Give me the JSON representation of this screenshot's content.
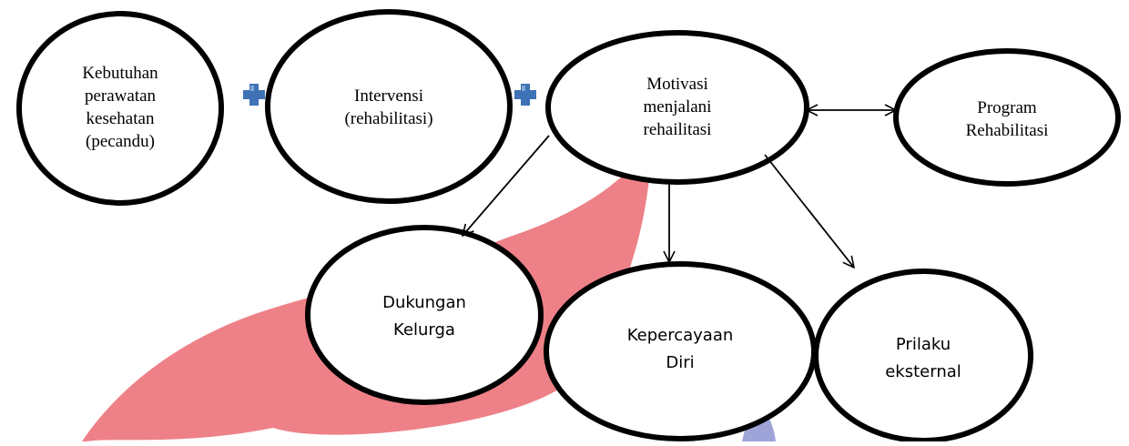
{
  "colors": {
    "background": "#ffffff",
    "outline": "#000000",
    "watermark_red": "#ee8188",
    "watermark_blue": "#9ea4d8",
    "plus_icon": "#3f72b4"
  },
  "icons": [
    "plus-icon",
    "plus-icon"
  ],
  "nodes": {
    "kebutuhan": {
      "lines": [
        "Kebutuhan",
        "perawatan",
        "kesehatan",
        "(pecandu)"
      ]
    },
    "intervensi": {
      "lines": [
        "Intervensi",
        "(rehabilitasi)"
      ]
    },
    "motivasi": {
      "lines": [
        "Motivasi",
        "menjalani",
        "rehailitasi"
      ]
    },
    "program": {
      "lines": [
        "Program",
        "Rehabilitasi"
      ]
    },
    "dukungan": {
      "lines": [
        "Dukungan",
        "Kelurga"
      ]
    },
    "kepercayaan": {
      "lines": [
        "Kepercayaan",
        "Diri"
      ]
    },
    "prilaku": {
      "lines": [
        "Prilaku",
        "eksternal"
      ]
    }
  }
}
